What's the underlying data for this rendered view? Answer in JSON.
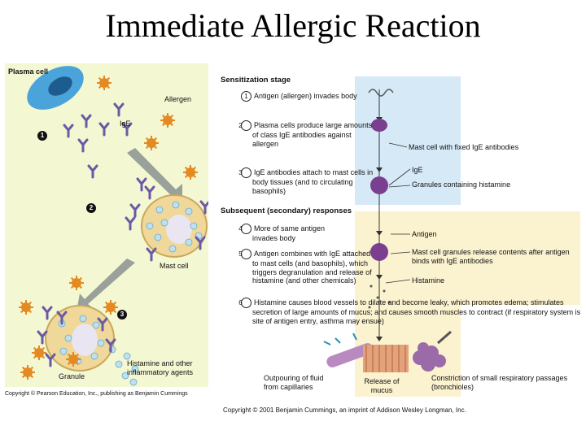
{
  "title": "Immediate Allergic Reaction",
  "left_panel": {
    "plasma_cell": "Plasma cell",
    "allergen": "Allergen",
    "ige": "IgE",
    "mast_cell": "Mast cell",
    "histamine": "Histamine and other inflammatory agents",
    "granule": "Granule",
    "step1": "1",
    "step2": "2",
    "step3": "3",
    "copyright": "Copyright © Pearson Education, Inc., publishing as Benjamin Cummings"
  },
  "right_panel": {
    "sensitization_header": "Sensitization stage",
    "subsequent_header": "Subsequent (secondary) responses",
    "steps": [
      {
        "num": "1",
        "text": "Antigen (allergen) invades body"
      },
      {
        "num": "2",
        "text": "Plasma cells produce large amounts of class IgE antibodies against allergen"
      },
      {
        "num": "3",
        "text": "IgE antibodies attach to mast cells in body tissues (and to circulating basophils)"
      },
      {
        "num": "4",
        "text": "More of same antigen invades body"
      },
      {
        "num": "5",
        "text": "Antigen combines with IgE attached to mast cells (and basophils), which triggers degranulation and release of histamine (and other chemicals)"
      },
      {
        "num": "6",
        "text": "Histamine causes blood vessels to dilate and become leaky, which promotes edema; stimulates secretion of large amounts of mucus; and causes smooth muscles to contract (if respiratory system is site of antigen entry, asthma may ensue)"
      }
    ],
    "labels": {
      "mast_cell_fixed": "Mast cell with fixed IgE antibodies",
      "ige": "IgE",
      "granules": "Granules containing histamine",
      "antigen": "Antigen",
      "mast_cell_release": "Mast cell granules release contents after antigen binds with IgE antibodies",
      "histamine": "Histamine",
      "outpouring": "Outpouring of fluid from capillaries",
      "release_mucus": "Release of mucus",
      "constriction": "Constriction of small respiratory passages (bronchioles)"
    },
    "copyright": "Copyright © 2001 Benjamin Cummings, an imprint of Addison Wesley Longman, Inc."
  },
  "colors": {
    "left_bg": "#f3f7d2",
    "sensitization_bg": "#d6e9f7",
    "secondary_bg": "#fbf2cf",
    "allergen": "#e48a22",
    "antibody": "#6a5aa6",
    "mast_cell": "#f0d79a",
    "plasma_cell": "#4aa3d9"
  },
  "icons": [
    "allergen-icon",
    "antibody-icon",
    "mast-cell-icon",
    "plasma-cell-icon",
    "blood-vessel-icon",
    "mucus-icon",
    "bronchiole-icon"
  ]
}
